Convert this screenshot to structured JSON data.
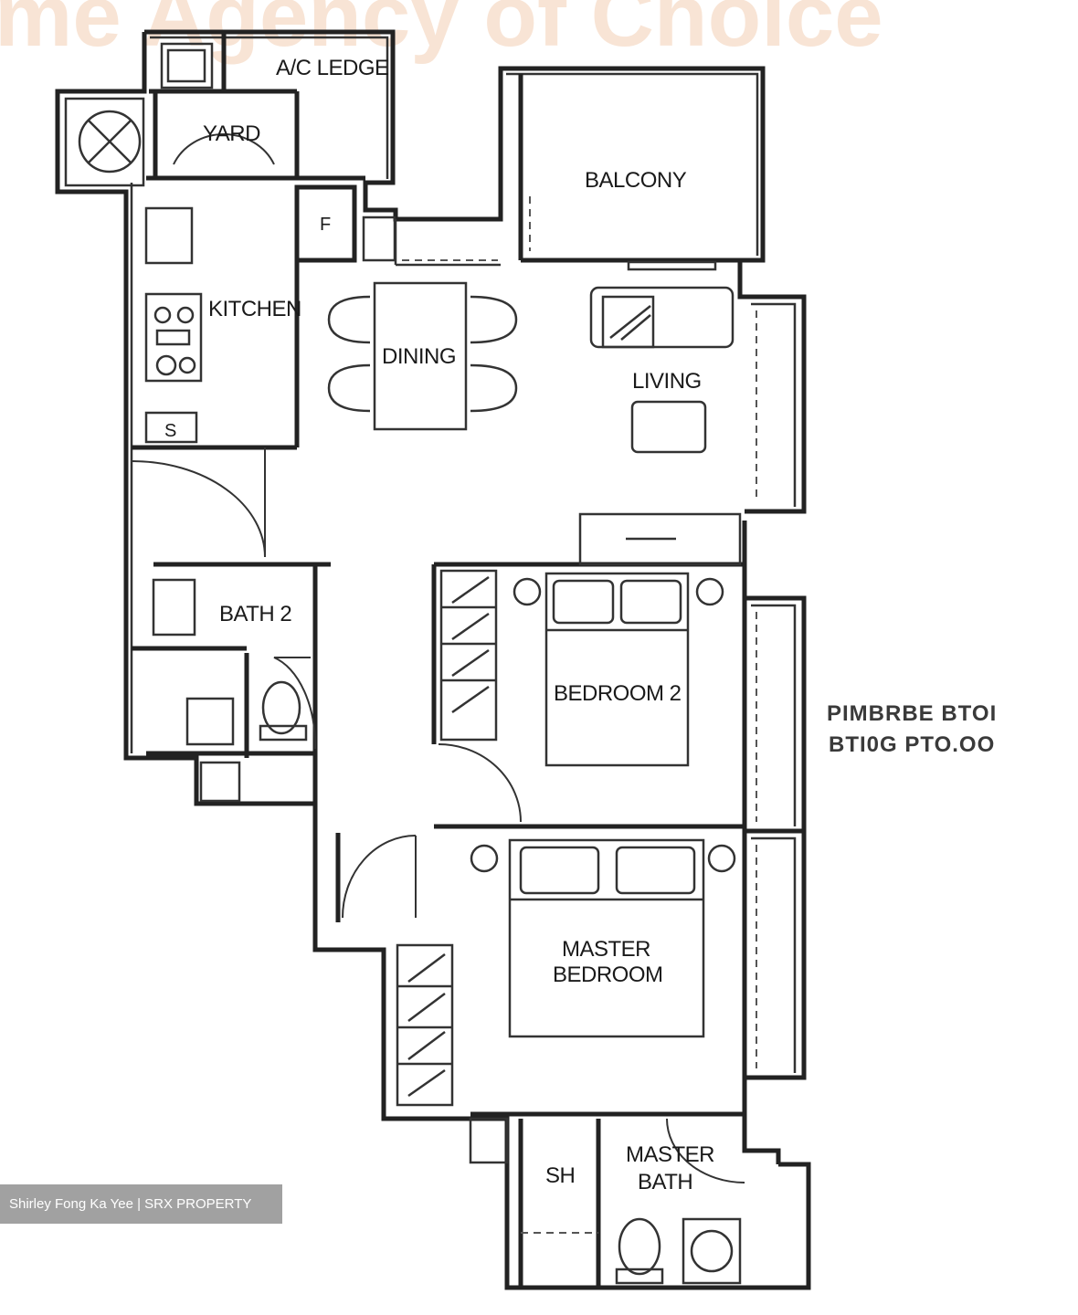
{
  "watermark": "me Agency of Choice",
  "rooms": {
    "ac_ledge": "A/C LEDGE",
    "yard": "YARD",
    "balcony": "BALCONY",
    "fridge": "F",
    "kitchen": "KITCHEN",
    "dining": "DINING",
    "living": "LIVING",
    "store": "S",
    "bath2": "BATH 2",
    "bedroom2": "BEDROOM 2",
    "master_bedroom_line1": "MASTER",
    "master_bedroom_line2": "BEDROOM",
    "shower": "SH",
    "master_bath_line1": "MASTER",
    "master_bath_line2": "BATH"
  },
  "mirrored_text": {
    "line1": "PIMBRBE BTOI",
    "line2": "BTI0G PTO.OO"
  },
  "credit": "Shirley Fong Ka Yee | SRX PROPERTY"
}
